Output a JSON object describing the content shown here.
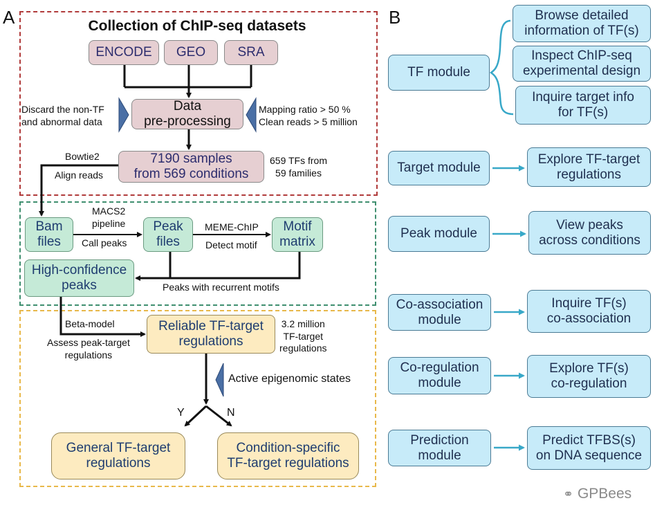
{
  "panelA": {
    "letter": "A",
    "title": "Collection of ChIP-seq datasets",
    "sources": [
      "ENCODE",
      "GEO",
      "SRA"
    ],
    "preprocessing": [
      "Data",
      "pre-processing"
    ],
    "discard_note": [
      "Discard the non-TF",
      "and abnormal data"
    ],
    "mapping_note": [
      "Mapping ratio > 50 %",
      "Clean reads > 5 million"
    ],
    "samples": [
      "7190 samples",
      "from 569 conditions"
    ],
    "tfs_note": [
      "659 TFs from",
      "59 families"
    ],
    "bowtie": "Bowtie2",
    "align": "Align reads",
    "bam": [
      "Bam",
      "files"
    ],
    "macs": [
      "MACS2",
      "pipeline"
    ],
    "call_peaks": "Call peaks",
    "peak_files": [
      "Peak",
      "files"
    ],
    "meme": "MEME-ChIP",
    "detect_motif": "Detect motif",
    "motif_matrix": [
      "Motif",
      "matrix"
    ],
    "hc_peaks": [
      "High-confidence",
      "peaks"
    ],
    "recurrent": "Peaks with recurrent motifs",
    "beta": "Beta-model",
    "assess": [
      "Assess peak-target",
      "regulations"
    ],
    "reliable": [
      "Reliable TF-target",
      "regulations"
    ],
    "million_note": [
      "3.2 million",
      "TF-target",
      "regulations"
    ],
    "epigenomic": "Active epigenomic states",
    "yes": "Y",
    "no": "N",
    "general": [
      "General TF-target",
      "regulations"
    ],
    "condition_specific": [
      "Condition-specific",
      "TF-target regulations"
    ]
  },
  "panelB": {
    "letter": "B",
    "modules": [
      {
        "name": [
          "TF module"
        ]
      },
      {
        "name": [
          "Target module"
        ],
        "function": [
          "Explore TF-target",
          "regulations"
        ]
      },
      {
        "name": [
          "Peak module"
        ],
        "function": [
          "View peaks",
          "across conditions"
        ]
      },
      {
        "name": [
          "Co-association",
          "module"
        ],
        "function": [
          "Inquire TF(s)",
          "co-association"
        ]
      },
      {
        "name": [
          "Co-regulation",
          "module"
        ],
        "function": [
          "Explore TF(s)",
          "co-regulation"
        ]
      },
      {
        "name": [
          "Prediction",
          "module"
        ],
        "function": [
          "Predict TFBS(s)",
          "on DNA sequence"
        ]
      }
    ],
    "tf_functions": [
      [
        "Browse detailed",
        "information of TF(s)"
      ],
      [
        "Inspect ChIP-seq",
        "experimental design"
      ],
      [
        "Inquire target info",
        "for TF(s)"
      ]
    ]
  },
  "watermark": "GPBees",
  "colors": {
    "red_dash": "#b03a3a",
    "green_dash": "#3f8f6f",
    "yellow_dash": "#e8b84a",
    "teal_arrow": "#38a8c8",
    "pink": "#e6cfd2",
    "green": "#c5ead7",
    "yellow": "#fdebc0",
    "blue": "#c7ebf9"
  }
}
